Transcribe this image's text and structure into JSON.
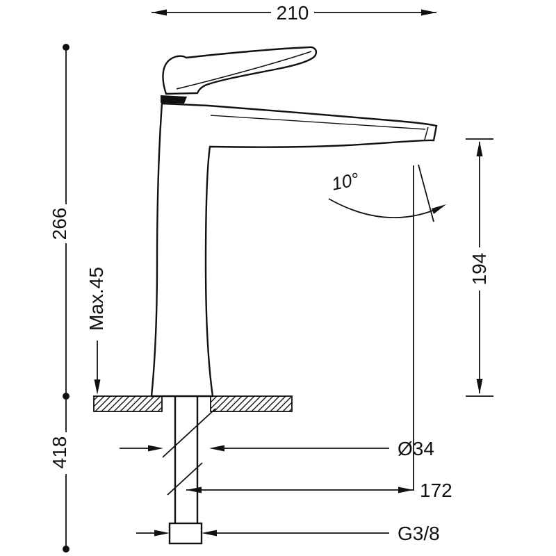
{
  "drawing": {
    "title": "basin-mixer-technical-drawing",
    "colors": {
      "line": "#111111",
      "background": "#ffffff"
    },
    "dimensions": {
      "width_overall": "210",
      "height_above_counter": "266",
      "max_counter_thickness": "Max.45",
      "height_total": "418",
      "spout_height": "194",
      "spout_angle": "10°",
      "hole_diameter": "Ø34",
      "spout_reach": "172",
      "inlet_thread": "G3/8"
    }
  }
}
